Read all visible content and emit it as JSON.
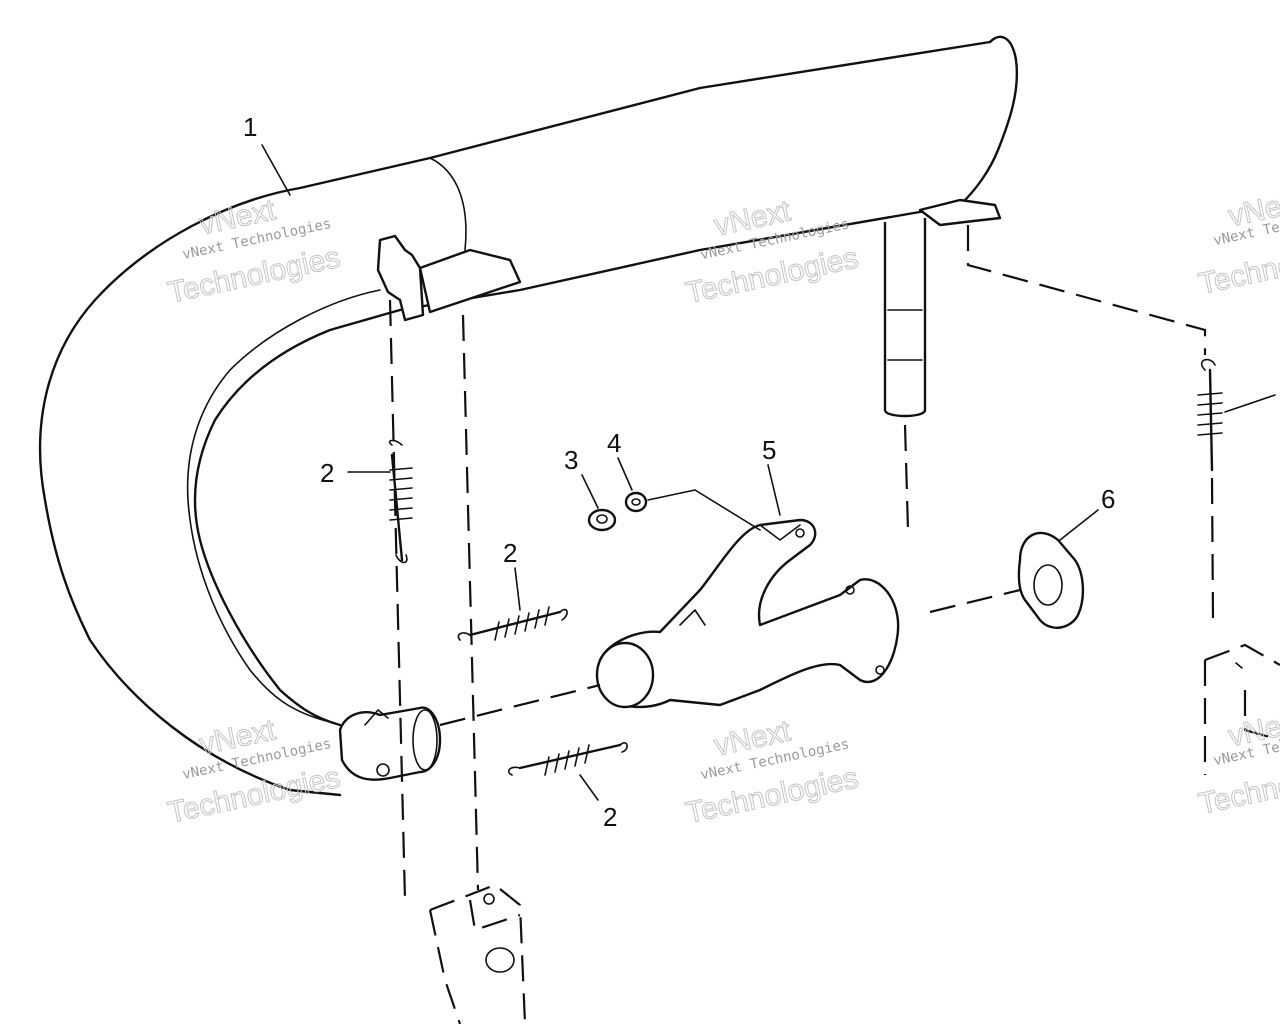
{
  "callouts": {
    "c1": "1",
    "c2a": "2",
    "c2b": "2",
    "c2c": "2",
    "c3": "3",
    "c4": "4",
    "c5": "5",
    "c6": "6"
  },
  "watermark": {
    "brand": "vNext",
    "company": "vNext Technologies",
    "word": "Technologies"
  }
}
